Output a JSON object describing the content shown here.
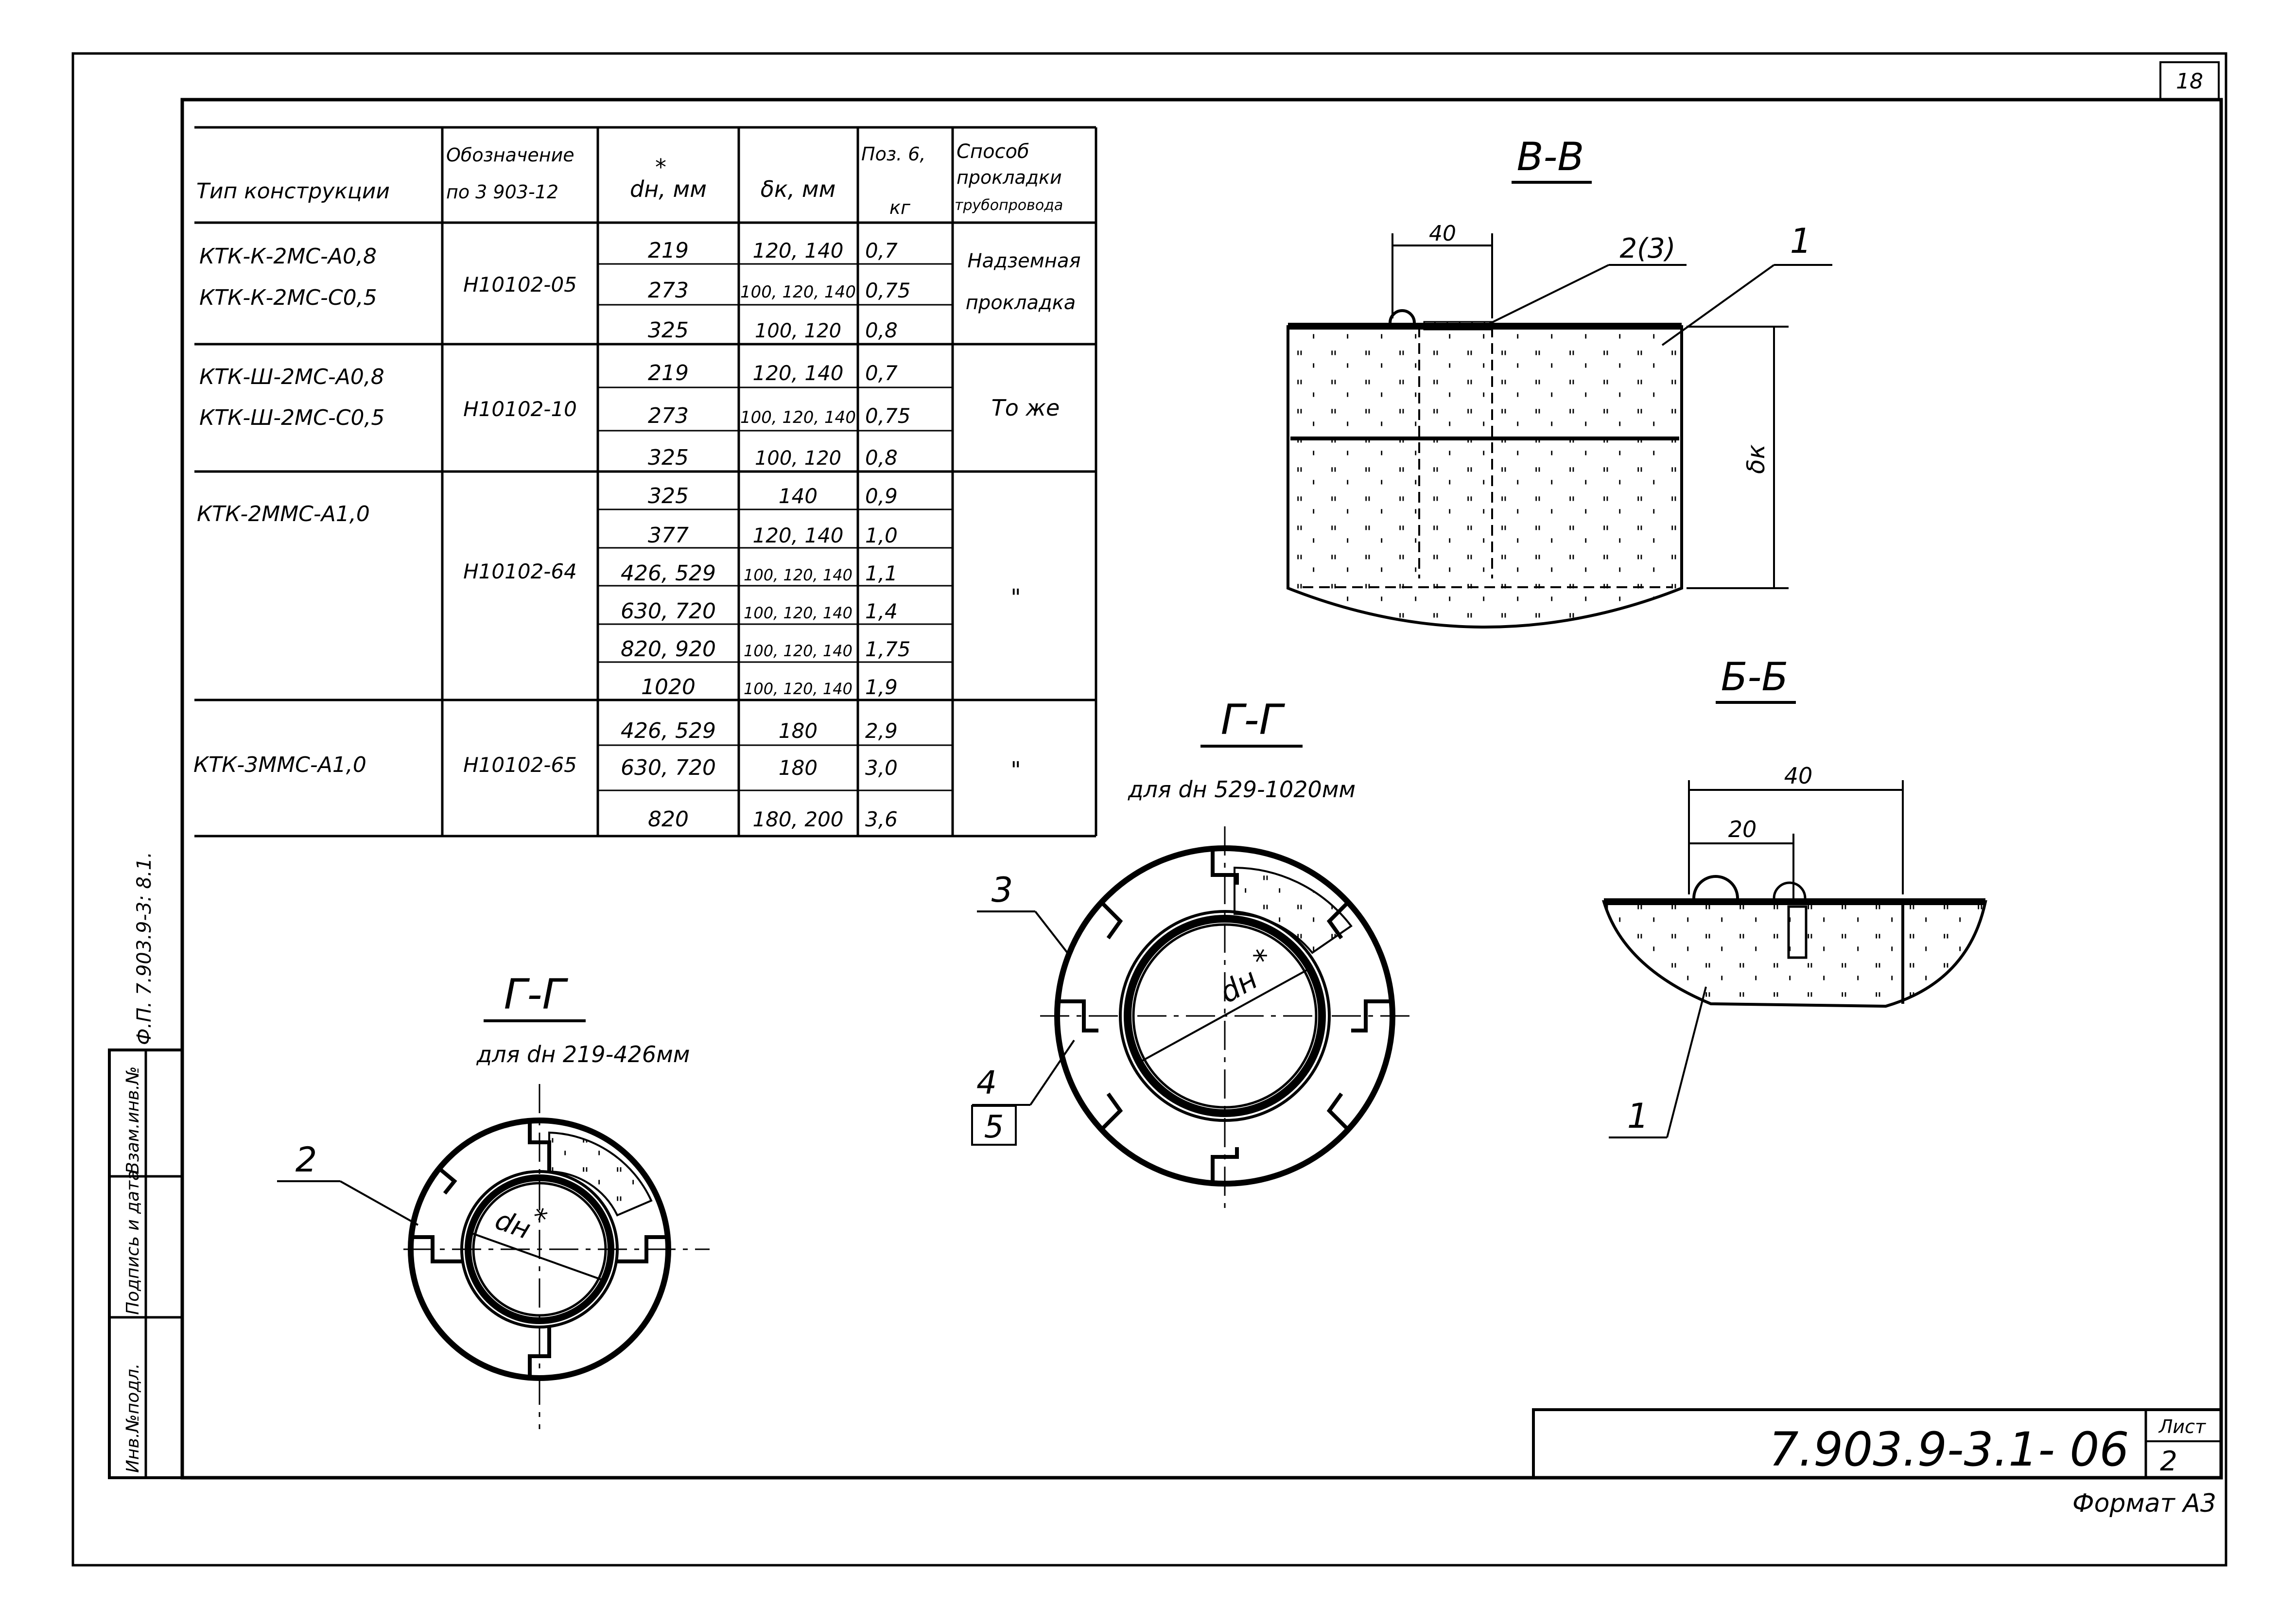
{
  "sheet_number_top": "18",
  "table": {
    "headers": {
      "type": "Тип конструкции",
      "designation_line1": "Обозначение",
      "designation_line2": "по 3 903-12",
      "dn": "dн, мм",
      "dn_mark": "*",
      "thickness": "δк, мм",
      "pos6_line1": "Поз. 6,",
      "pos6_line2": "кг",
      "method_line1": "Способ",
      "method_line2": "прокладки",
      "method_line3": "трубопровода"
    },
    "groups": [
      {
        "types": [
          "КТК-К-2МС-А0,8",
          "КТК-К-2МС-С0,5"
        ],
        "designation": "Н10102-05",
        "rows": [
          {
            "dn": "219",
            "thickness": "120, 140",
            "mass": "0,7"
          },
          {
            "dn": "273",
            "thickness": "100, 120, 140",
            "mass": "0,75"
          },
          {
            "dn": "325",
            "thickness": "100, 120",
            "mass": "0,8"
          }
        ],
        "method": [
          "Надземная",
          "прокладка"
        ]
      },
      {
        "types": [
          "КТК-Ш-2МС-А0,8",
          "КТК-Ш-2МС-С0,5"
        ],
        "designation": "Н10102-10",
        "rows": [
          {
            "dn": "219",
            "thickness": "120, 140",
            "mass": "0,7"
          },
          {
            "dn": "273",
            "thickness": "100, 120, 140",
            "mass": "0,75"
          },
          {
            "dn": "325",
            "thickness": "100, 120",
            "mass": "0,8"
          }
        ],
        "method": [
          "То же"
        ]
      },
      {
        "types": [
          "КТК-2ММС-А1,0"
        ],
        "designation": "Н10102-64",
        "rows": [
          {
            "dn": "325",
            "thickness": "140",
            "mass": "0,9"
          },
          {
            "dn": "377",
            "thickness": "120, 140",
            "mass": "1,0"
          },
          {
            "dn": "426, 529",
            "thickness": "100, 120, 140",
            "mass": "1,1"
          },
          {
            "dn": "630, 720",
            "thickness": "100, 120, 140",
            "mass": "1,4"
          },
          {
            "dn": "820, 920",
            "thickness": "100, 120, 140",
            "mass": "1,75"
          },
          {
            "dn": "1020",
            "thickness": "100, 120, 140",
            "mass": "1,9"
          }
        ],
        "method": [
          "\""
        ]
      },
      {
        "types": [
          "КТК-3ММС-А1,0"
        ],
        "designation": "Н10102-65",
        "rows": [
          {
            "dn": "426, 529",
            "thickness": "180",
            "mass": "2,9"
          },
          {
            "dn": "630, 720",
            "thickness": "180",
            "mass": "3,0"
          },
          {
            "dn": "820",
            "thickness": "180, 200",
            "mass": "3,6"
          }
        ],
        "method": [
          "\""
        ]
      }
    ]
  },
  "view_vv": {
    "title": "В-В",
    "dim_40": "40",
    "callout_2_3": "2(3)",
    "callout_1": "1",
    "thickness_label": "δк"
  },
  "view_bb": {
    "title": "Б-Б",
    "dim_40": "40",
    "dim_20": "20",
    "callout_1": "1"
  },
  "view_gg_large": {
    "title": "Г-Г",
    "subtitle": "для dн 529-1020мм",
    "dn_label": "dн",
    "dn_mark": "*",
    "callout_3": "3",
    "callout_4": "4",
    "callout_5": "5"
  },
  "view_gg_small": {
    "title": "Г-Г",
    "subtitle": "для dн 219-426мм",
    "dn_label": "dн",
    "dn_mark": "*",
    "callout_2": "2"
  },
  "side_text": "Ф.П. 7.903.9-3: 8.1.",
  "side_stamp": [
    "Инв.№подл.",
    "Подпись и дата",
    "Взам.инв.№"
  ],
  "title_block": {
    "code": "7.903.9-3.1- 06",
    "sheet_label": "Лист",
    "sheet_number": "2"
  },
  "format": "Формат А3"
}
